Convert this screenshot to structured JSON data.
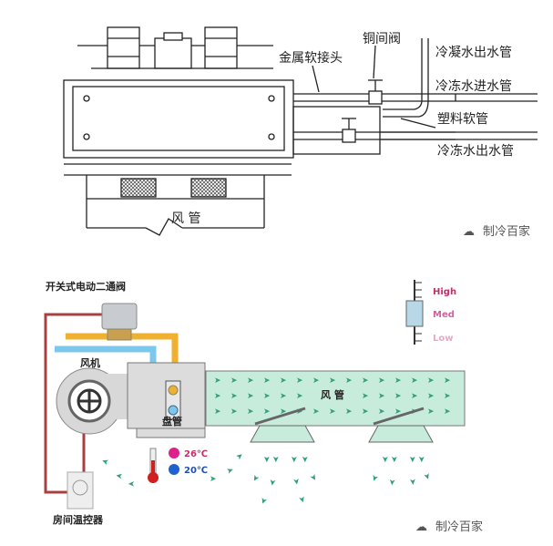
{
  "top_diagram": {
    "labels": {
      "copper_gate_valve": "铜间阀",
      "metal_flex_joint": "金属软接头",
      "condensate_outlet_pipe": "冷凝水出水管",
      "chilled_water_inlet_pipe": "冷冻水进水管",
      "plastic_hose": "塑料软管",
      "chilled_water_outlet_pipe": "冷冻水出水管",
      "air_duct": "风 管"
    },
    "watermark": "制冷百家"
  },
  "bottom_diagram": {
    "labels": {
      "two_way_valve": "开关式电动二通阀",
      "fan": "风机",
      "coil": "盘管",
      "air_duct": "风 管",
      "room_thermostat": "房间温控器"
    },
    "temperatures": {
      "hot": "26℃",
      "cold": "20℃"
    },
    "fan_speed": {
      "high": "High",
      "med": "Med",
      "low": "Low",
      "selected": "Med"
    },
    "colors": {
      "hot_water": "#f0b030",
      "cold_water": "#7cc8ec",
      "air": "#2fa07a",
      "duct": "#c8ecdc",
      "wire": "#a84040",
      "high": "#c0306a",
      "med": "#d060a0",
      "low": "#e8a8c8"
    },
    "watermark": "制冷百家"
  }
}
